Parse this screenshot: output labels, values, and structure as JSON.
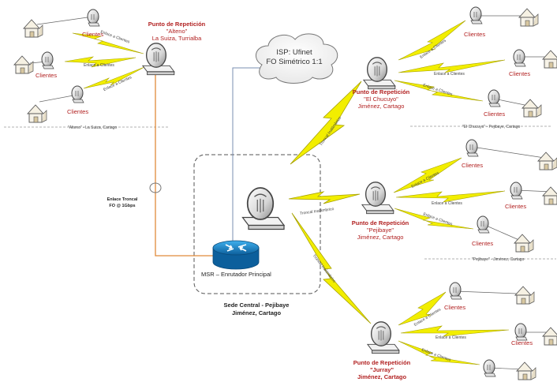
{
  "diagram": {
    "isp": {
      "line1": "ISP: Ufinet",
      "line2": "FO Simétrico 1:1"
    },
    "router_label": "MSR – Enrutador Principal",
    "sede": {
      "line1": "Sede Central - Pejibaye",
      "line2": "Jiménez, Cartago"
    },
    "trunk": {
      "line1": "Enlace Troncal",
      "line2": "FO @ 1Gbps"
    },
    "client_label": "Clientes",
    "client_link_label": "Enlace a Clientes",
    "trunk_link_label": "Troncal Inalámbrico",
    "nodes": {
      "alteno": {
        "title": "Punto de Repetición",
        "name": "\"Alteno\"",
        "place": "La Suiza, Turrialba",
        "divider": "\"Alteno\" - La Suiza, Cartago"
      },
      "chucuyo": {
        "title": "Punto de Repetición",
        "name": "\"El Chucuyo\"",
        "place": "Jiménez, Cartago",
        "divider": "\"El Chucuyo\" - Pejibaye, Cartago"
      },
      "pejibaye": {
        "title": "Punto de Repetición",
        "name": "\"Pejibaye\"",
        "place": "Jiménez, Cartago",
        "divider": "\"Pejibaye\" - Jiménez, Cartago"
      },
      "jurray": {
        "title": "Punto de Repetición",
        "name": "\"Jurray\"",
        "place": "Jiménez, Cartago"
      }
    }
  },
  "colors": {
    "bolt": "#f2ee00",
    "bolt_edge": "#a8a200",
    "label_red": "#b22222",
    "fiber": "#e08a3a",
    "isp_line": "#7a8fb0",
    "router": "#1a86c8"
  }
}
